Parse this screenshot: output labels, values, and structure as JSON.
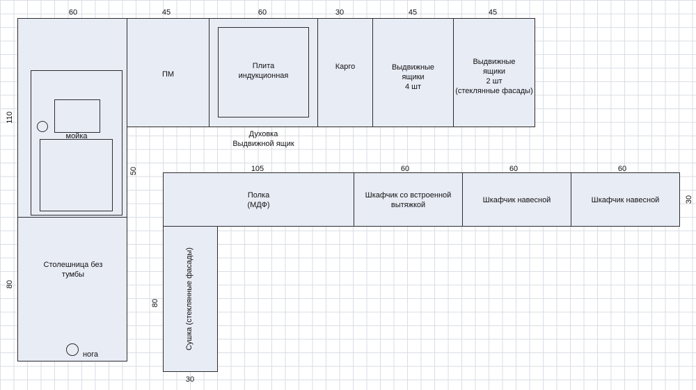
{
  "dims": {
    "top_w1": "60",
    "top_w2": "45",
    "top_w3": "60",
    "top_w4": "30",
    "top_w5": "45",
    "top_w6": "45",
    "left_h_top": "110",
    "left_h_bottom": "80",
    "mid_gap": "50",
    "wall_w1": "105",
    "wall_w2": "60",
    "wall_w3": "60",
    "wall_w4": "60",
    "wall_h": "30",
    "dryer_h": "80",
    "dryer_w": "30"
  },
  "labels": {
    "sink": "мойка",
    "countertop": "Столешница без\nтумбы",
    "leg": "нога",
    "dishwasher": "ПМ",
    "hob": "Плита\nиндукционная",
    "oven": "Духовка\nВыдвижной ящик",
    "cargo": "Карго",
    "drawers4": "Выдвижные\nящики\n4 шт",
    "drawers2": "Выдвижные\nящики\n2 шт\n(стеклянные фасады)",
    "shelf": "Полка\n(МДФ)",
    "hood_cabinet": "Шкафчик со встроенной\nвытяжкой",
    "wall_cabinet_1": "Шкафчик навесной",
    "wall_cabinet_2": "Шкафчик навесной",
    "dryer": "Сушка (стеклянные фасады)"
  }
}
